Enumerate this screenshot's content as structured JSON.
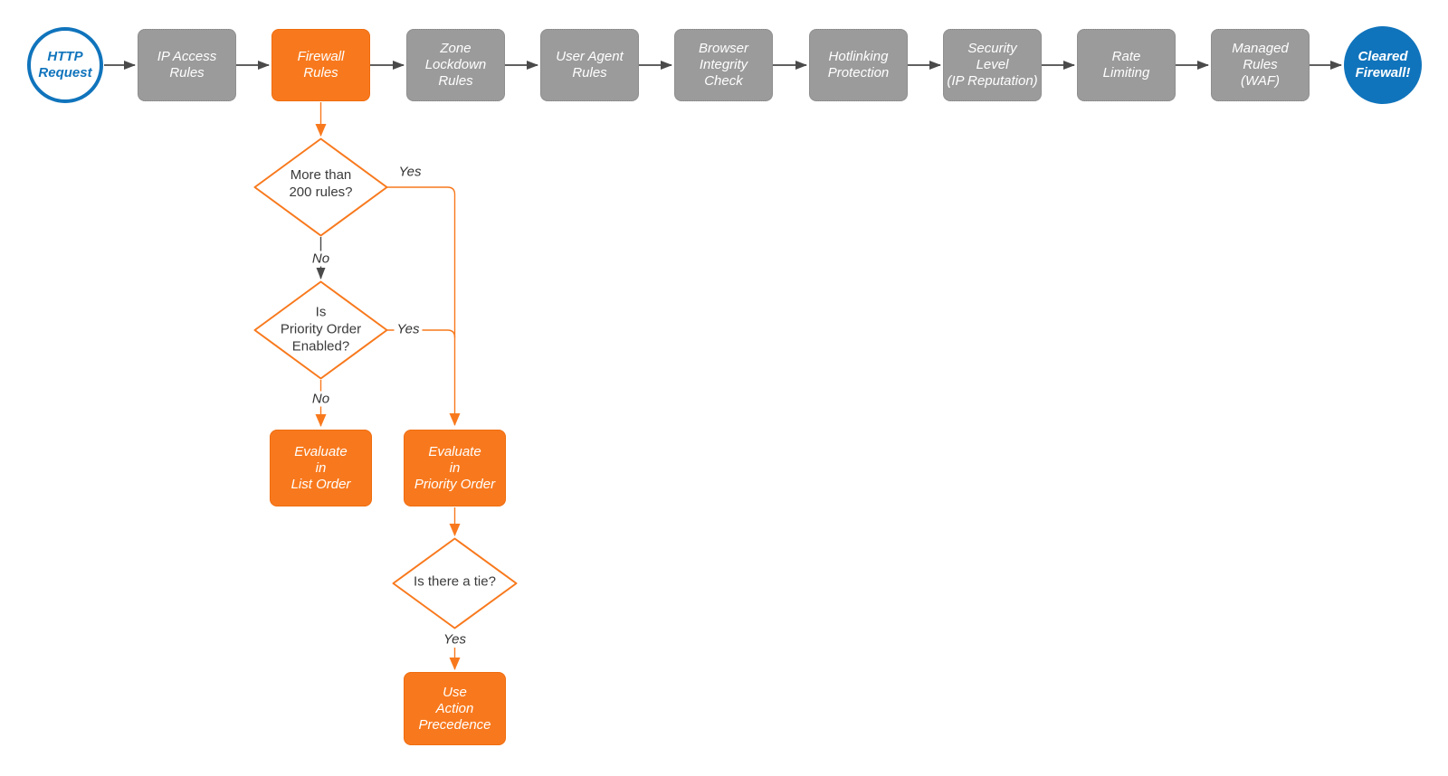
{
  "colors": {
    "node_orange": "#F8791D",
    "node_gray": "#9B9B9B",
    "accent_blue": "#1074BC",
    "connector_gray": "#4A4A4A",
    "connector_orange": "#F8791D"
  },
  "pipeline": {
    "start": {
      "label": "HTTP\nRequest"
    },
    "stages": [
      {
        "label": "IP Access\nRules",
        "highlighted": false
      },
      {
        "label": "Firewall\nRules",
        "highlighted": true
      },
      {
        "label": "Zone\nLockdown\nRules",
        "highlighted": false
      },
      {
        "label": "User Agent\nRules",
        "highlighted": false
      },
      {
        "label": "Browser\nIntegrity\nCheck",
        "highlighted": false
      },
      {
        "label": "Hotlinking\nProtection",
        "highlighted": false
      },
      {
        "label": "Security\nLevel\n(IP Reputation)",
        "highlighted": false
      },
      {
        "label": "Rate\nLimiting",
        "highlighted": false
      },
      {
        "label": "Managed\nRules\n(WAF)",
        "highlighted": false
      }
    ],
    "end": {
      "label": "Cleared\nFirewall!"
    }
  },
  "firewall_branch": {
    "decision_rules_count": {
      "label": "More than\n200 rules?",
      "yes": "Yes",
      "no": "No"
    },
    "decision_priority_enabled": {
      "label": "Is\nPriority Order\nEnabled?",
      "yes": "Yes",
      "no": "No"
    },
    "evaluate_list_order": {
      "label": "Evaluate\nin\nList Order"
    },
    "evaluate_priority_order": {
      "label": "Evaluate\nin\nPriority Order"
    },
    "decision_tie": {
      "label": "Is there a tie?",
      "yes": "Yes"
    },
    "use_action_precedence": {
      "label": "Use\nAction\nPrecedence"
    }
  }
}
